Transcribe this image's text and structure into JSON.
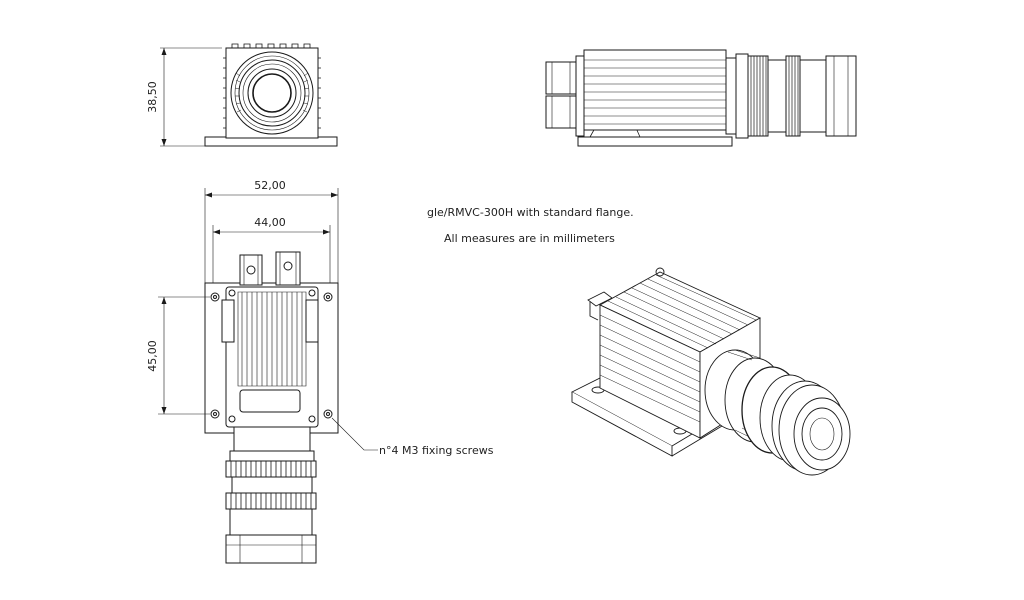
{
  "dimensions": {
    "height": "38,50",
    "width_total": "52,00",
    "width_inner": "44,00",
    "hole_spacing": "45,00"
  },
  "notes": {
    "title": "gle/RMVC-300H with standard flange.",
    "units": "All measures are in millimeters",
    "screws": "n°4 M3 fixing screws"
  }
}
